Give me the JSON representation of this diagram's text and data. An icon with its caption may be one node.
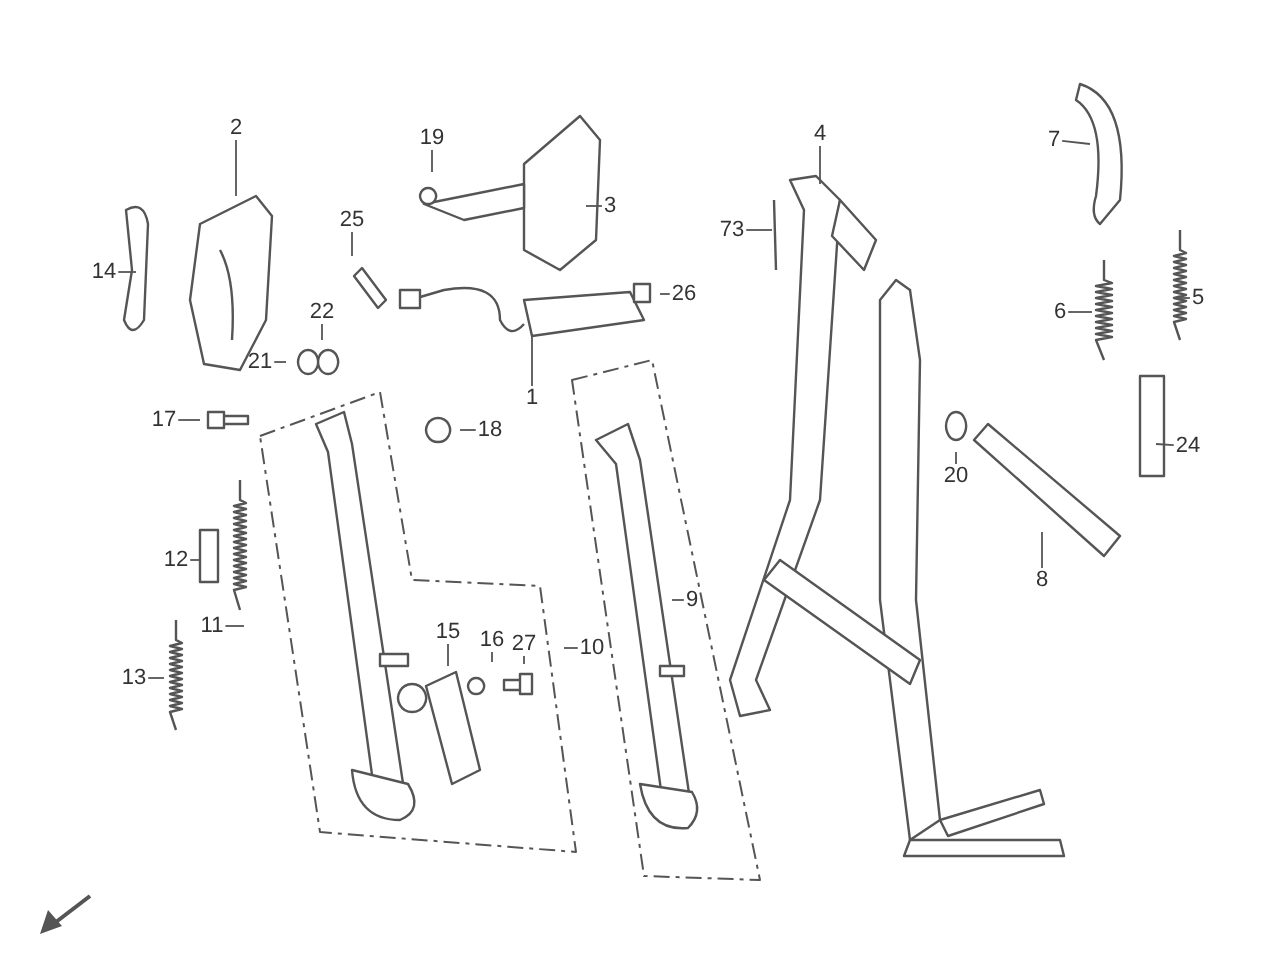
{
  "diagram": {
    "nodes": [
      {
        "text": [
          "2"
        ]
      },
      {
        "text": [
          "19"
        ]
      },
      {
        "text": [
          "7"
        ]
      },
      {
        "text": [
          "4"
        ]
      },
      {
        "text": [
          "3"
        ]
      },
      {
        "text": [
          "73"
        ]
      },
      {
        "text": [
          "25"
        ]
      },
      {
        "text": [
          "14"
        ]
      },
      {
        "text": [
          "26"
        ]
      },
      {
        "text": [
          "5"
        ]
      },
      {
        "text": [
          "6"
        ]
      },
      {
        "text": [
          "22"
        ]
      },
      {
        "text": [
          "21"
        ]
      },
      {
        "text": [
          "1"
        ]
      },
      {
        "text": [
          "17"
        ]
      },
      {
        "text": [
          "18"
        ]
      },
      {
        "text": [
          "20"
        ]
      },
      {
        "text": [
          "24"
        ]
      },
      {
        "text": [
          "12"
        ]
      },
      {
        "text": [
          "8"
        ]
      },
      {
        "text": [
          "9"
        ]
      },
      {
        "text": [
          "11"
        ]
      },
      {
        "text": [
          "15"
        ]
      },
      {
        "text": [
          "16"
        ]
      },
      {
        "text": [
          "27"
        ]
      },
      {
        "text": [
          "10"
        ]
      },
      {
        "text": [
          "13"
        ]
      }
    ],
    "edges": [
      {
        "from": 0,
        "to": null,
        "arrow": "none"
      },
      {
        "from": 1,
        "to": null,
        "arrow": "none"
      },
      {
        "from": 2,
        "to": null,
        "arrow": "none"
      },
      {
        "from": 3,
        "to": null,
        "arrow": "none"
      },
      {
        "from": 4,
        "to": null,
        "arrow": "none"
      },
      {
        "from": 5,
        "to": null,
        "arrow": "none"
      },
      {
        "from": 6,
        "to": null,
        "arrow": "none"
      },
      {
        "from": 7,
        "to": null,
        "arrow": "none"
      },
      {
        "from": 8,
        "to": null,
        "arrow": "none"
      },
      {
        "from": 9,
        "to": null,
        "arrow": "none"
      },
      {
        "from": 10,
        "to": null,
        "arrow": "none"
      },
      {
        "from": 11,
        "to": null,
        "arrow": "none"
      },
      {
        "from": 12,
        "to": null,
        "arrow": "none"
      },
      {
        "from": 13,
        "to": null,
        "arrow": "none"
      },
      {
        "from": 14,
        "to": null,
        "arrow": "none"
      },
      {
        "from": 15,
        "to": null,
        "arrow": "none"
      },
      {
        "from": 16,
        "to": null,
        "arrow": "none"
      },
      {
        "from": 17,
        "to": null,
        "arrow": "none"
      },
      {
        "from": 18,
        "to": null,
        "arrow": "none"
      },
      {
        "from": 19,
        "to": null,
        "arrow": "none"
      },
      {
        "from": 20,
        "to": null,
        "arrow": "none"
      },
      {
        "from": 21,
        "to": null,
        "arrow": "none"
      },
      {
        "from": 22,
        "to": null,
        "arrow": "none"
      },
      {
        "from": 23,
        "to": null,
        "arrow": "none"
      },
      {
        "from": 24,
        "to": null,
        "arrow": "none"
      },
      {
        "from": 25,
        "to": null,
        "arrow": "none"
      },
      {
        "from": 26,
        "to": null,
        "arrow": "none"
      }
    ]
  }
}
